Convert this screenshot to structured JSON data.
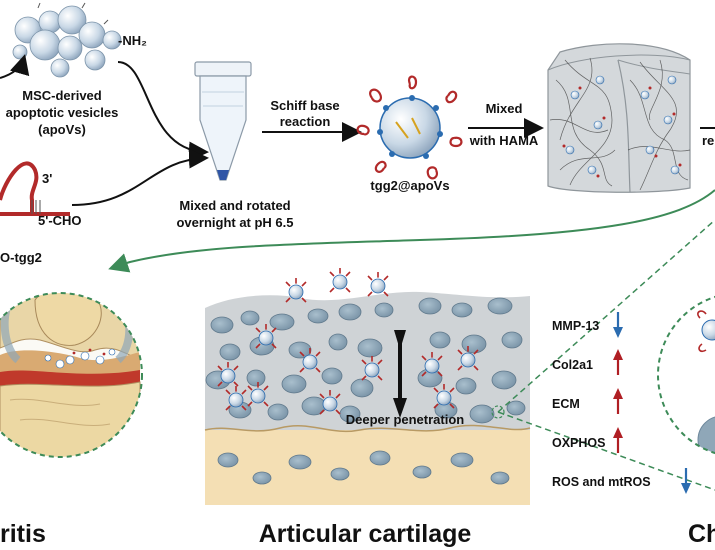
{
  "top": {
    "amine_label": "-NH₂",
    "apovs_label": [
      "MSC-derived",
      "apoptotic vesicles",
      "(apoVs)"
    ],
    "prime_3": "3'",
    "prime_5": "5'-CHO",
    "tgg2_label": "O-tgg2",
    "mix_label": [
      "Mixed and rotated",
      "overnight at pH 6.5"
    ],
    "schiff_label": [
      "Schiff base",
      "reaction"
    ],
    "conjugate_label": "tgg2@apoVs",
    "hama_label": [
      "Mixed",
      "with HAMA"
    ],
    "cut_label": "re"
  },
  "middle": {
    "penetration_label": "Deeper penetration",
    "markers": [
      {
        "name": "MMP-13",
        "direction": "down"
      },
      {
        "name": "Col2a1",
        "direction": "up"
      },
      {
        "name": "ECM",
        "direction": "up"
      },
      {
        "name": "OXPHOS",
        "direction": "up"
      },
      {
        "name": "ROS and mtROS",
        "direction": "down"
      }
    ]
  },
  "bottom": {
    "left_title": "ritis",
    "center_title": "Articular cartilage",
    "right_title": "Ch"
  },
  "colors": {
    "green_dash": "#3d8b58",
    "up_arrow": "#b01f24",
    "down_arrow": "#2b6cb0",
    "cell_fill": "#8fa7b8",
    "tissue_gray": "#cfd3d6",
    "bone_tan": "#f4dfb4",
    "strand_red": "#b22a2a"
  }
}
